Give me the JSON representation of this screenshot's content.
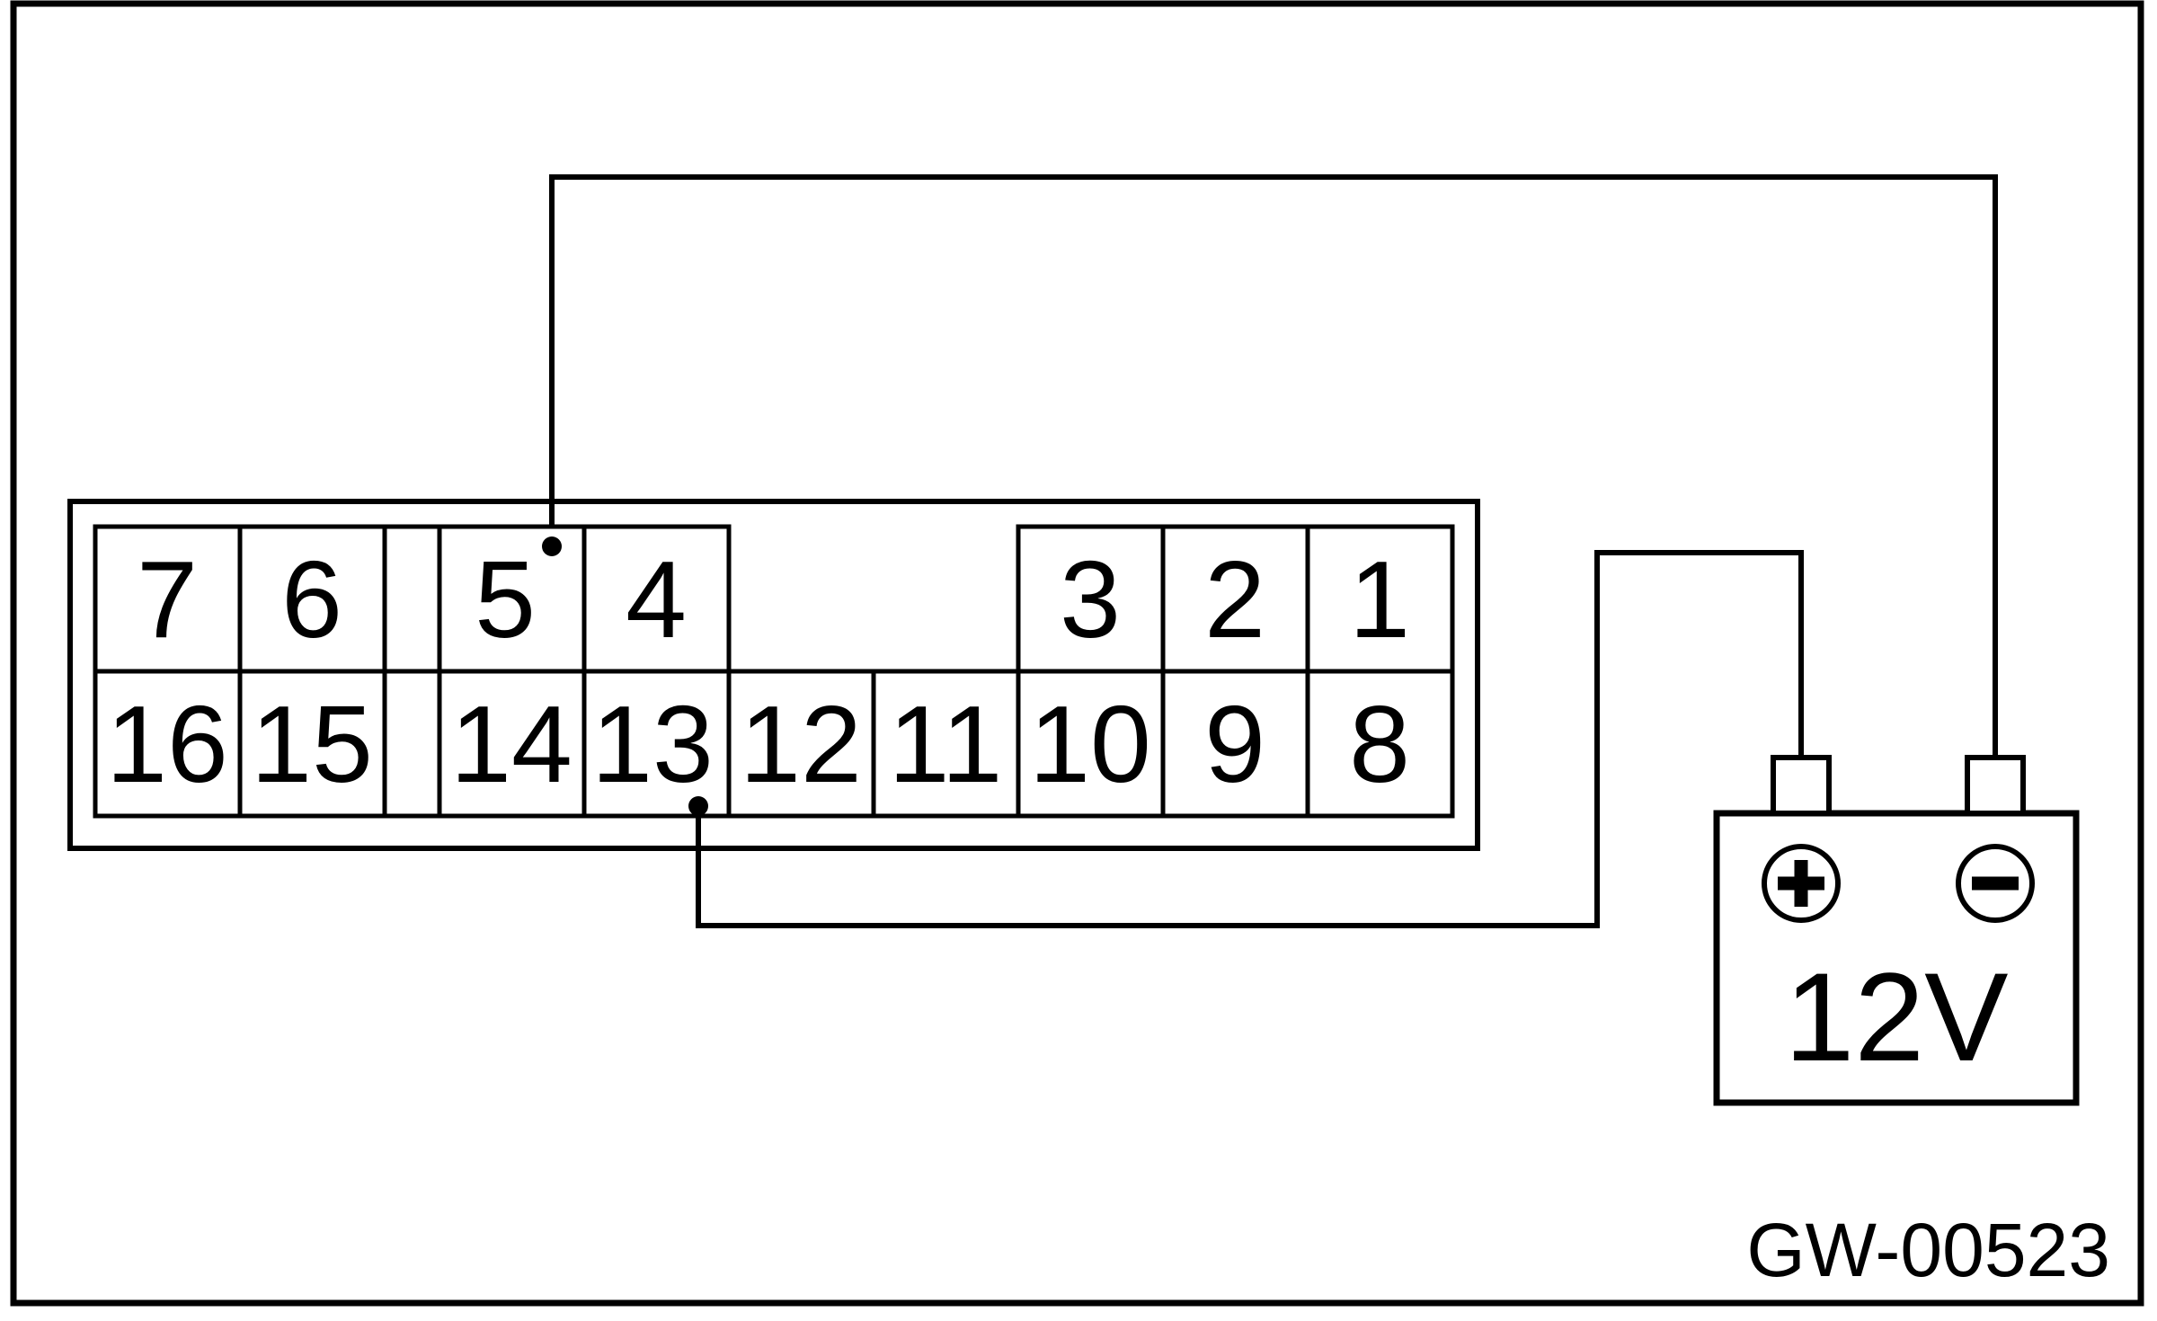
{
  "figure_id": "GW-00523",
  "connector": {
    "top_row_pins": [
      "7",
      "6",
      "5",
      "4",
      "3",
      "2",
      "1"
    ],
    "bottom_row_pins": [
      "16",
      "15",
      "14",
      "13",
      "12",
      "11",
      "10",
      "9",
      "8"
    ]
  },
  "battery": {
    "label": "12V",
    "positive_symbol": "+",
    "negative_symbol": "−"
  },
  "wires": [
    {
      "from": "pin 5",
      "to": "battery negative terminal"
    },
    {
      "from": "pin 13",
      "to": "battery positive terminal"
    }
  ],
  "icons": {
    "positive": "plus-circle-icon",
    "negative": "minus-circle-icon"
  },
  "colors": {
    "line": "#000000",
    "background": "#ffffff"
  }
}
